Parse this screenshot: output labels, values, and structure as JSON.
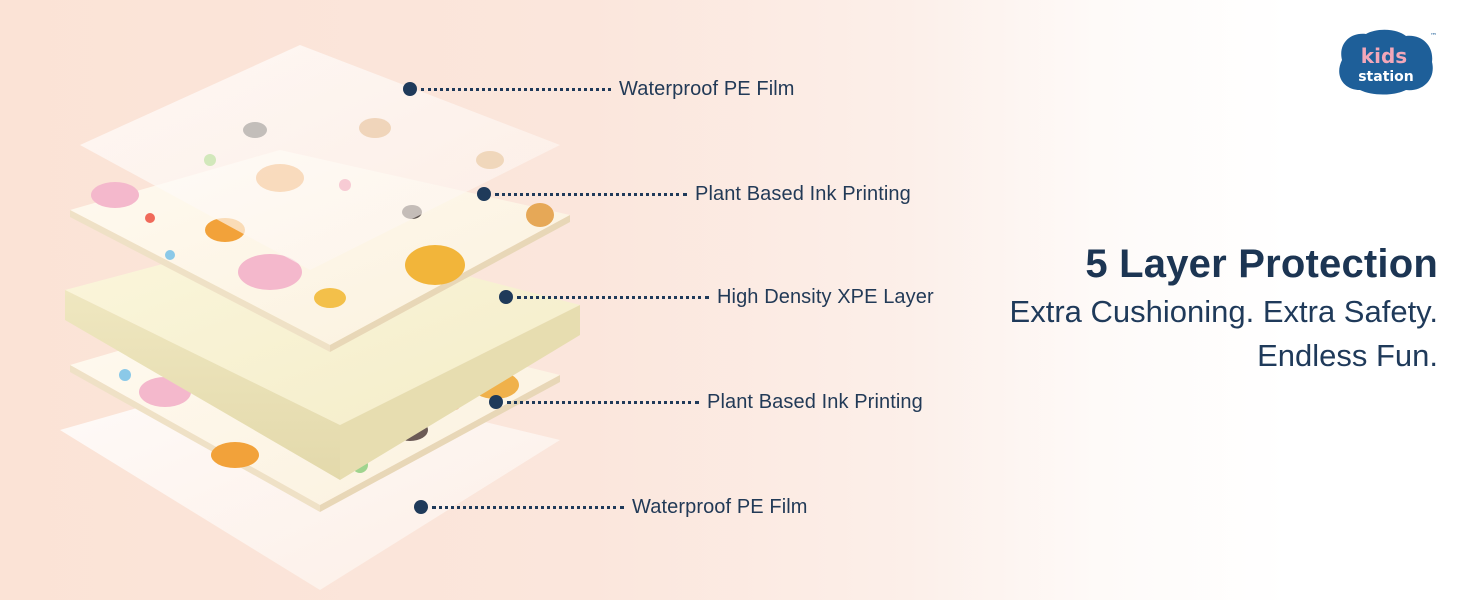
{
  "brand": {
    "logo_line1": "kids",
    "logo_line2": "station",
    "logo_mark": "™",
    "colors": {
      "navy": "#1f3a5a",
      "logo_blue": "#1e5f99",
      "logo_pink": "#f3a7b9"
    }
  },
  "layers": [
    {
      "label": "Waterproof PE Film"
    },
    {
      "label": "Plant Based Ink Printing"
    },
    {
      "label": "High Density XPE Layer"
    },
    {
      "label": "Plant Based Ink Printing"
    },
    {
      "label": "Waterproof PE Film"
    }
  ],
  "headline": {
    "title": "5 Layer Protection",
    "subtitle_line1": "Extra Cushioning. Extra Safety.",
    "subtitle_line2": "Endless Fun."
  },
  "icons": [
    "exploded-mat-illustration",
    "callout-dot-icon",
    "kids-station-logo"
  ]
}
